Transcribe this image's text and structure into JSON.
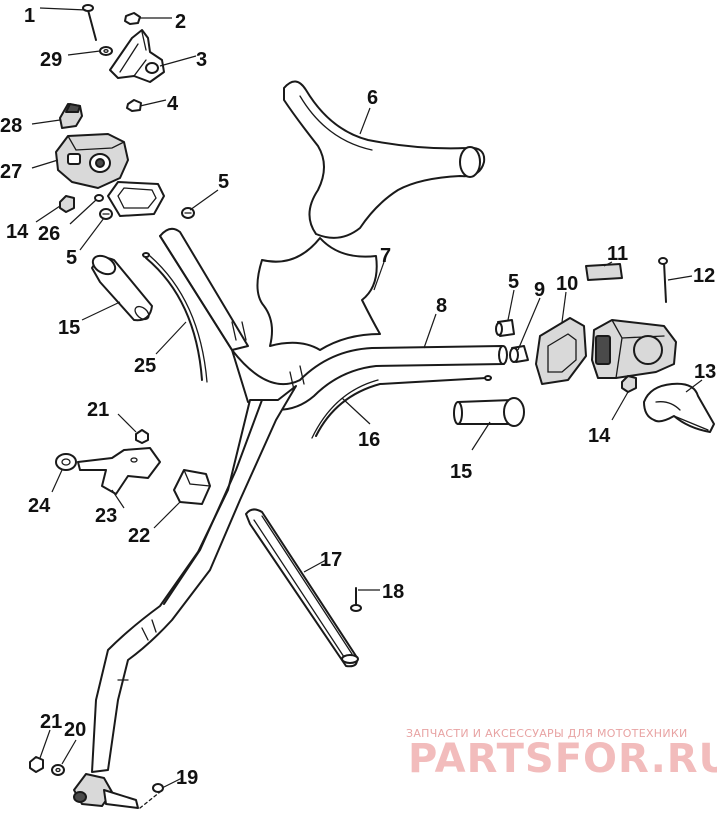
{
  "callouts": [
    {
      "id": "c1",
      "text": "1"
    },
    {
      "id": "c2",
      "text": "2"
    },
    {
      "id": "c3",
      "text": "3"
    },
    {
      "id": "c4",
      "text": "4"
    },
    {
      "id": "c5a",
      "text": "5"
    },
    {
      "id": "c5b",
      "text": "5"
    },
    {
      "id": "c5c",
      "text": "5"
    },
    {
      "id": "c6",
      "text": "6"
    },
    {
      "id": "c7",
      "text": "7"
    },
    {
      "id": "c8",
      "text": "8"
    },
    {
      "id": "c9",
      "text": "9"
    },
    {
      "id": "c10",
      "text": "10"
    },
    {
      "id": "c11",
      "text": "11"
    },
    {
      "id": "c12",
      "text": "12"
    },
    {
      "id": "c13",
      "text": "13"
    },
    {
      "id": "c14a",
      "text": "14"
    },
    {
      "id": "c14b",
      "text": "14"
    },
    {
      "id": "c15a",
      "text": "15"
    },
    {
      "id": "c15b",
      "text": "15"
    },
    {
      "id": "c16",
      "text": "16"
    },
    {
      "id": "c17",
      "text": "17"
    },
    {
      "id": "c18",
      "text": "18"
    },
    {
      "id": "c19",
      "text": "19"
    },
    {
      "id": "c20",
      "text": "20"
    },
    {
      "id": "c21a",
      "text": "21"
    },
    {
      "id": "c21b",
      "text": "21"
    },
    {
      "id": "c22",
      "text": "22"
    },
    {
      "id": "c23",
      "text": "23"
    },
    {
      "id": "c24",
      "text": "24"
    },
    {
      "id": "c25",
      "text": "25"
    },
    {
      "id": "c26",
      "text": "26"
    },
    {
      "id": "c27",
      "text": "27"
    },
    {
      "id": "c28",
      "text": "28"
    },
    {
      "id": "c29",
      "text": "29"
    }
  ],
  "watermark": {
    "tagline": "ЗАПЧАСТИ И АКСЕССУАРЫ ДЛЯ МОТОТЕХНИКИ",
    "brand": "PARTSFOR.RU",
    "color": "#f2bcbc"
  }
}
